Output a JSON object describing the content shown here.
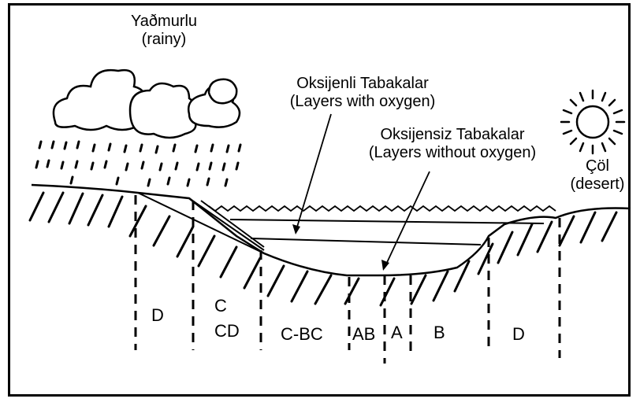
{
  "labels": {
    "rainy_tr": "Yaðmurlu",
    "rainy_en": "(rainy)",
    "oxy_tr": "Oksijenli Tabakalar",
    "oxy_en": "(Layers with oxygen)",
    "anoxy_tr": "Oksijensiz Tabakalar",
    "anoxy_en": "(Layers without oxygen)",
    "desert_tr": "Çöl",
    "desert_en": "(desert)"
  },
  "zones": [
    "D",
    "C",
    "CD",
    "C-BC",
    "AB",
    "A",
    "B",
    "D"
  ],
  "icons": {
    "clouds": "cloud-icon",
    "rain": "rain-icon",
    "sun": "sun-icon",
    "lake": "lake-icon"
  }
}
